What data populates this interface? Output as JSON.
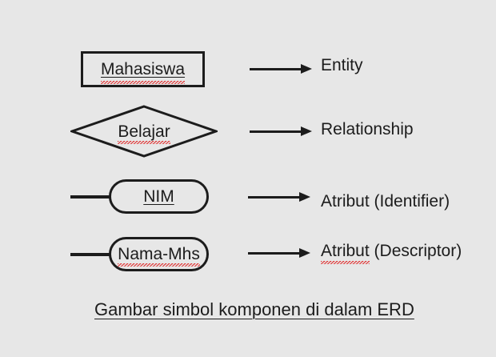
{
  "figure": {
    "background_color": "#e7e7e7",
    "stroke_color": "#1c1c1c",
    "spellcheck_color": "#e03030",
    "caption": "Gambar simbol komponen di dalam ERD"
  },
  "rows": [
    {
      "symbol_shape": "rectangle",
      "symbol_text": "Mahasiswa",
      "arrow": "arrow-right",
      "legend": "Entity"
    },
    {
      "symbol_shape": "diamond",
      "symbol_text": "Belajar",
      "arrow": "arrow-right",
      "legend": "Relationship"
    },
    {
      "symbol_shape": "stadium-with-connector",
      "symbol_text": "NIM",
      "arrow": "arrow-right",
      "legend": "Atribut (Identifier)",
      "legend_word": "Atribut",
      "legend_rest": " (Identifier)"
    },
    {
      "symbol_shape": "stadium-with-connector",
      "symbol_text": "Nama-Mhs",
      "arrow": "arrow-right",
      "legend": "Atribut (Descriptor)",
      "legend_word": "Atribut",
      "legend_rest": " (Descriptor)"
    }
  ]
}
